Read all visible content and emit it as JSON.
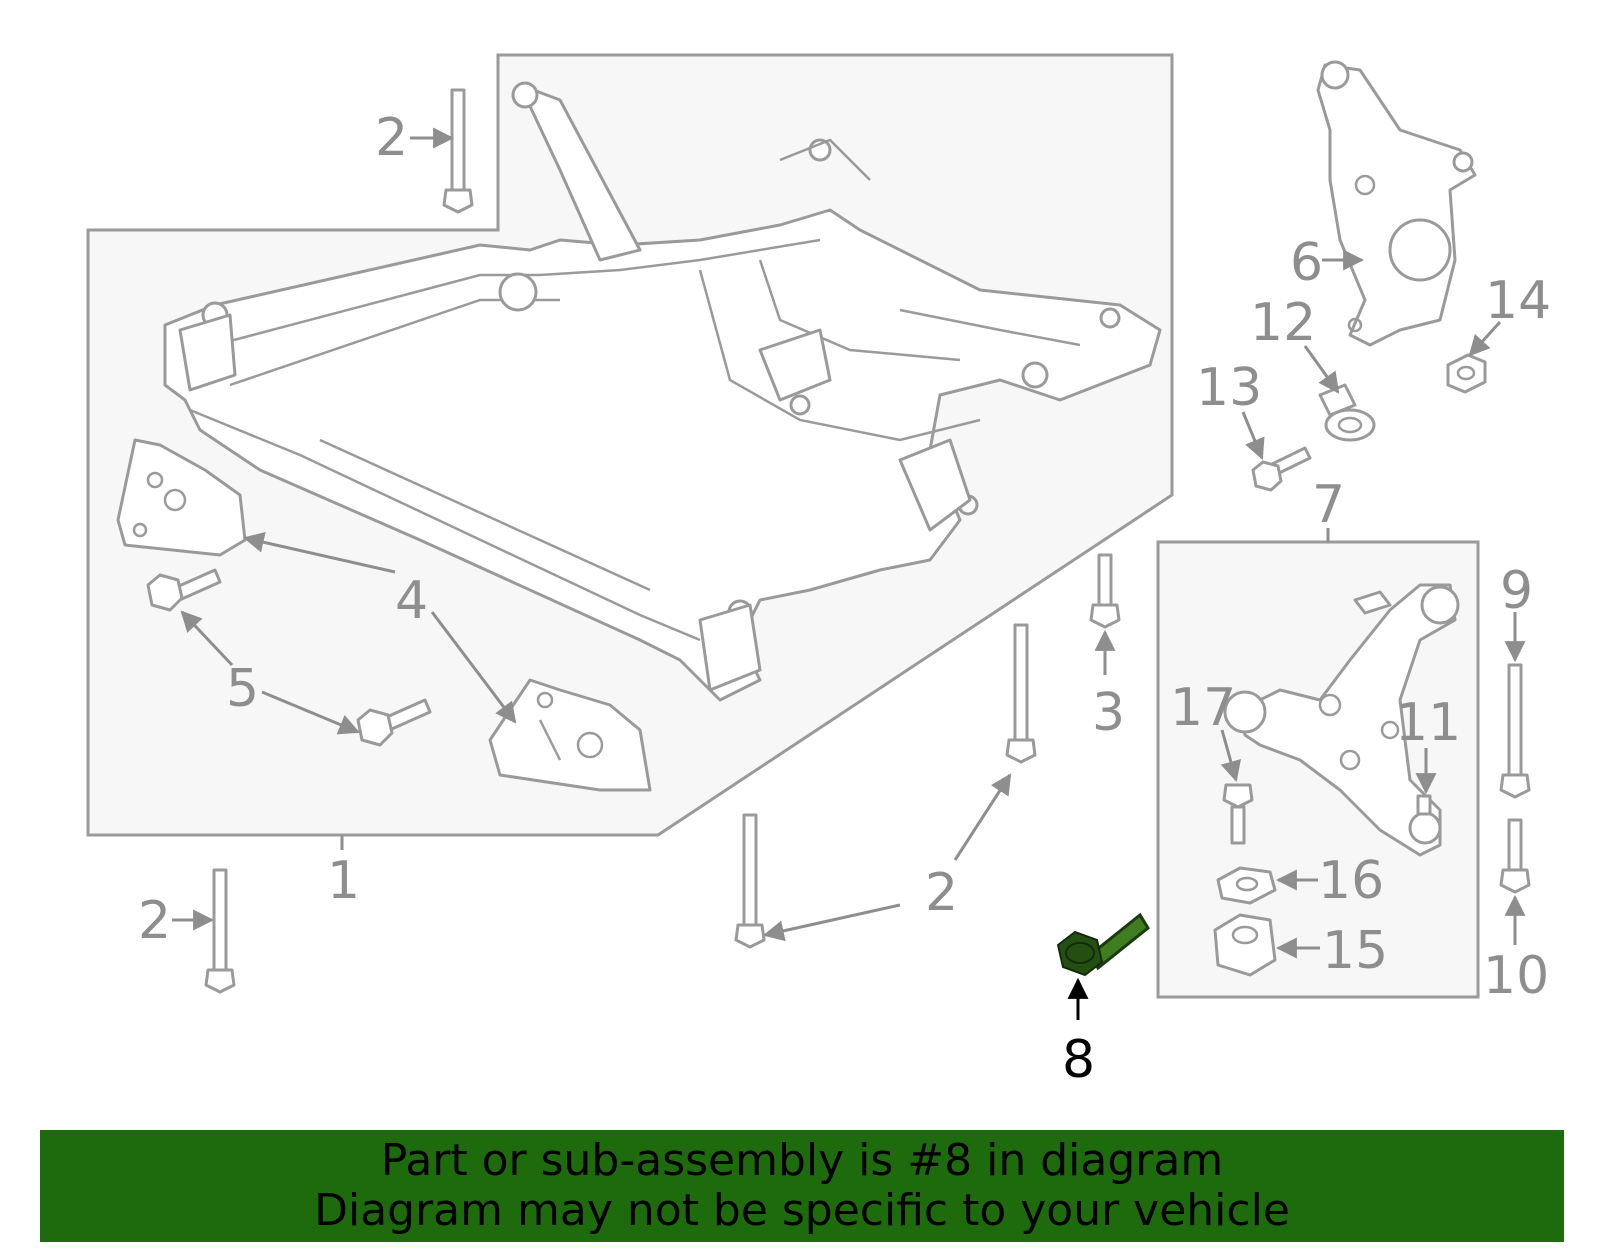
{
  "callouts": {
    "c1": "1",
    "c2a": "2",
    "c2b": "2",
    "c2c": "2",
    "c3": "3",
    "c4": "4",
    "c5": "5",
    "c6": "6",
    "c7": "7",
    "c8": "8",
    "c9": "9",
    "c10": "10",
    "c11": "11",
    "c12": "12",
    "c13": "13",
    "c14": "14",
    "c15": "15",
    "c16": "16",
    "c17": "17"
  },
  "highlight": {
    "part_number": "8",
    "color": "#3f7d1f"
  },
  "banner": {
    "line1": "Part or sub-assembly is #8 in diagram",
    "line2": "Diagram may not be specific to your vehicle",
    "background_color": "#1e6b0e"
  }
}
